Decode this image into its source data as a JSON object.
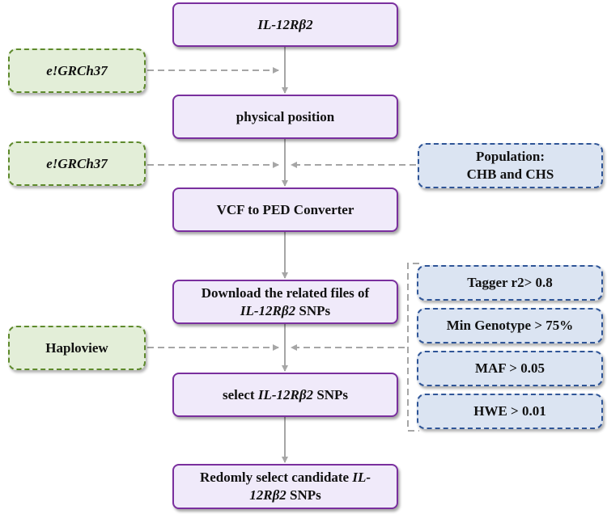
{
  "steps": {
    "gene": "IL-12Rβ2",
    "physical_position": "physical position",
    "converter": "VCF to PED Converter",
    "download_prefix": "Download the related files of",
    "download_gene": "IL-12Rβ2",
    "download_suffix": " SNPs",
    "select_prefix": "select ",
    "select_gene": "IL-12Rβ2",
    "select_suffix": " SNPs",
    "redomly_prefix": "Redomly select candidate ",
    "redomly_gene_a": "IL-",
    "redomly_gene_b": "12Rβ2",
    "redomly_suffix": " SNPs"
  },
  "sources": {
    "grch37_first": "e!GRCh37",
    "grch37_second": "e!GRCh37",
    "haploview": "Haploview"
  },
  "population": {
    "line1": "Population:",
    "line2": "CHB and CHS"
  },
  "criteria": {
    "tagger": "Tagger r2> 0.8",
    "min_genotype": "Min Genotype > 75%",
    "maf": "MAF > 0.05",
    "hwe": "HWE > 0.01"
  },
  "colors": {
    "main_border": "#7a2f9e",
    "main_fill": "#f0eafa",
    "green_border": "#5e8a2c",
    "green_fill": "#e3eed8",
    "blue_border": "#2f5597",
    "blue_fill": "#dbe4f2",
    "connector": "#a6a6a6"
  }
}
